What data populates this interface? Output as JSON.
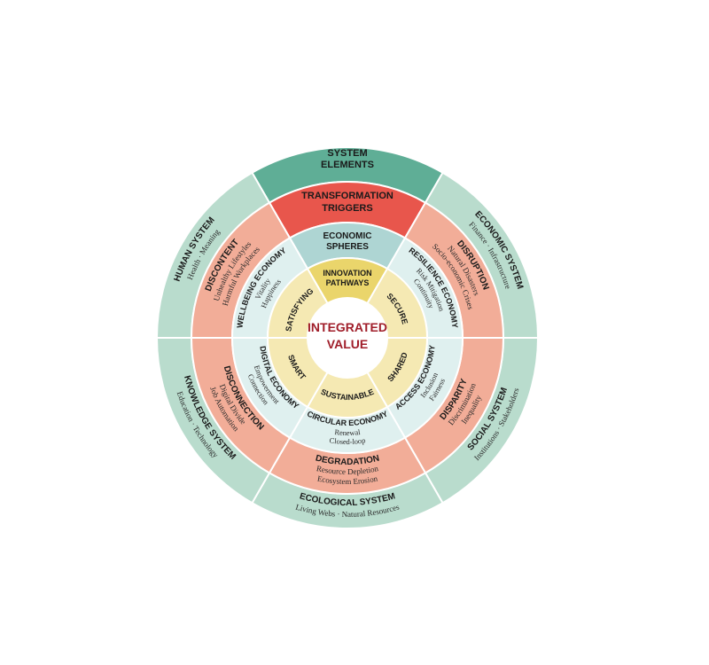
{
  "center": {
    "line1": "INTEGRATED",
    "line2": "VALUE"
  },
  "systems": [
    {
      "key": "elements",
      "line1": "SYSTEM",
      "line2": "ELEMENTS"
    },
    {
      "key": "economic",
      "title": "ECONOMIC SYSTEM",
      "sub": "Finance · Infrastructure"
    },
    {
      "key": "social",
      "title": "SOCIAL SYSTEM",
      "sub": "Institutions · Stakeholders"
    },
    {
      "key": "ecological",
      "title": "ECOLOGICAL SYSTEM",
      "sub": "Living Webs · Natural Resources"
    },
    {
      "key": "knowledge",
      "title": "KNOWLEDGE SYSTEM",
      "sub": "Education · Technology"
    },
    {
      "key": "human",
      "title": "HUMAN SYSTEM",
      "sub": "Health · Meaning"
    }
  ],
  "triggers": [
    {
      "key": "header",
      "line1": "TRANSFORMATION",
      "line2": "TRIGGERS"
    },
    {
      "key": "disruption",
      "title": "DISRUPTION",
      "sub1": "Natural Disasters",
      "sub2": "Socio-economic Crises"
    },
    {
      "key": "disparity",
      "title": "DISPARITY",
      "sub1": "Discrimination",
      "sub2": "Inequality"
    },
    {
      "key": "degradation",
      "title": "DEGRADATION",
      "sub1": "Resource Depletion",
      "sub2": "Ecosystem Erosion"
    },
    {
      "key": "disconnection",
      "title": "DISCONNECTION",
      "sub1": "Digital Divide",
      "sub2": "Job Automation"
    },
    {
      "key": "discontent",
      "title": "DISCONTENT",
      "sub1": "Unhealthy Lifestyles",
      "sub2": "Harmful Workplaces"
    }
  ],
  "spheres": [
    {
      "key": "header",
      "line1": "ECONOMIC",
      "line2": "SPHERES"
    },
    {
      "key": "resilience",
      "title": "RESILIENCE ECONOMY",
      "sub1": "Risk Mitigation",
      "sub2": "Continuity"
    },
    {
      "key": "access",
      "title": "ACCESS ECONOMY",
      "sub1": "Inclusion",
      "sub2": "Fairness"
    },
    {
      "key": "circular",
      "title": "CIRCULAR ECONOMY",
      "sub1": "Renewal",
      "sub2": "Closed-loop"
    },
    {
      "key": "digital",
      "title": "DIGITAL ECONOMY",
      "sub1": "Empowerment",
      "sub2": "Connection"
    },
    {
      "key": "wellbeing",
      "title": "WELLBEING ECONOMY",
      "sub1": "Vitality",
      "sub2": "Happiness"
    }
  ],
  "pathways": [
    {
      "key": "header",
      "line1": "INNOVATION",
      "line2": "PATHWAYS"
    },
    {
      "key": "secure",
      "title": "SECURE"
    },
    {
      "key": "shared",
      "title": "SHARED"
    },
    {
      "key": "sustainable",
      "title": "SUSTAINABLE"
    },
    {
      "key": "smart",
      "title": "SMART"
    },
    {
      "key": "satisfying",
      "title": "SATISFYING"
    }
  ],
  "colors": {
    "outer_ring": "#b9dccd",
    "outer_header": "#5fae96",
    "trigger_ring": "#f2ad98",
    "trigger_header": "#e8564c",
    "sphere_ring": "#dff0ef",
    "sphere_header": "#aed5d3",
    "pathway_ring": "#f5e9b3",
    "pathway_header": "#ead56b",
    "center_text": "#a01e2a",
    "divider": "#ffffff"
  }
}
